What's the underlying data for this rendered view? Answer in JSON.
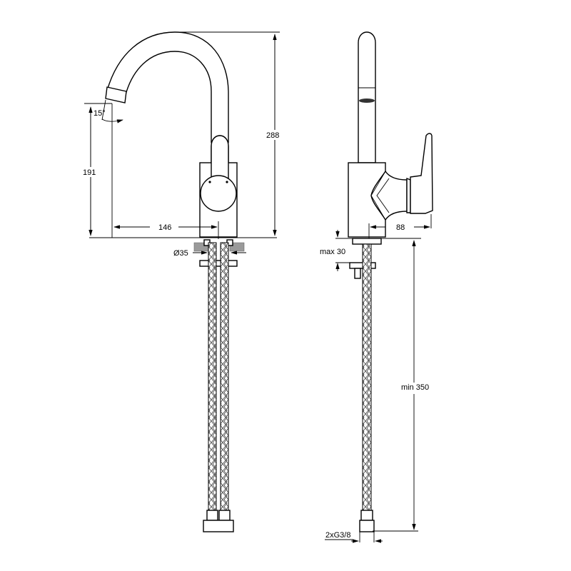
{
  "drawing": {
    "title": "Single lever basin mixer - dimension drawing",
    "views": [
      "front-view",
      "side-view"
    ],
    "color_line": "#000000",
    "color_background": "#ffffff",
    "color_shade": "#9a9a9a"
  },
  "front_view": {
    "dimensions": {
      "angle": "15°",
      "total_height": "288",
      "spout_height": "191",
      "spout_reach": "146",
      "hole_diameter": "Ø35"
    }
  },
  "side_view": {
    "dimensions": {
      "lever_reach": "88",
      "max_deck_thickness": "max 30",
      "hose_length": "min 350",
      "connection": "2xG3/8"
    }
  }
}
